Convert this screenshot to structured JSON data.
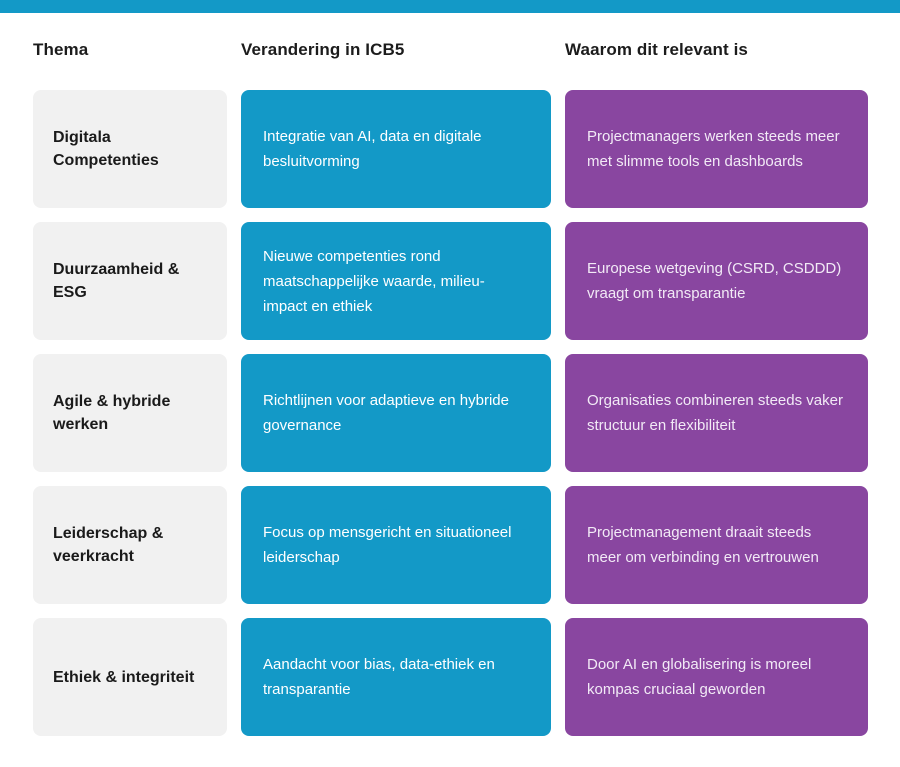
{
  "colors": {
    "accent_teal": "#1399c7",
    "accent_purple": "#8946a0",
    "theme_box_gray": "#f1f1f1",
    "header_text": "#1c1c1c",
    "teal_box_text": "#ffffff",
    "purple_box_text": "#f2eaf6"
  },
  "chart_data": {
    "type": "table",
    "columns": [
      "Thema",
      "Verandering in ICB5",
      "Waarom dit relevant is"
    ],
    "rows": [
      [
        "Digitala Competenties",
        "Integratie van AI, data en digitale besluitvorming",
        "Projectmanagers werken steeds meer met slimme tools en dashboards"
      ],
      [
        "Duurzaamheid & ESG",
        "Nieuwe competenties rond maatschappelijke waarde, milieu-impact en ethiek",
        "Europese wetgeving (CSRD, CSDDD) vraagt om transparantie"
      ],
      [
        "Agile & hybride werken",
        "Richtlijnen voor adaptieve en hybride governance",
        "Organisaties combineren steeds vaker structuur en flexibiliteit"
      ],
      [
        "Leiderschap & veerkracht",
        "Focus op mensgericht en situationeel leiderschap",
        "Projectmanagement draait steeds meer om verbinding en vertrouwen"
      ],
      [
        "Ethiek & integriteit",
        "Aandacht voor bias, data-ethiek en transparantie",
        "Door AI en globalisering is moreel kompas cruciaal geworden"
      ]
    ],
    "title": "",
    "legend": "none",
    "grid": "off"
  }
}
